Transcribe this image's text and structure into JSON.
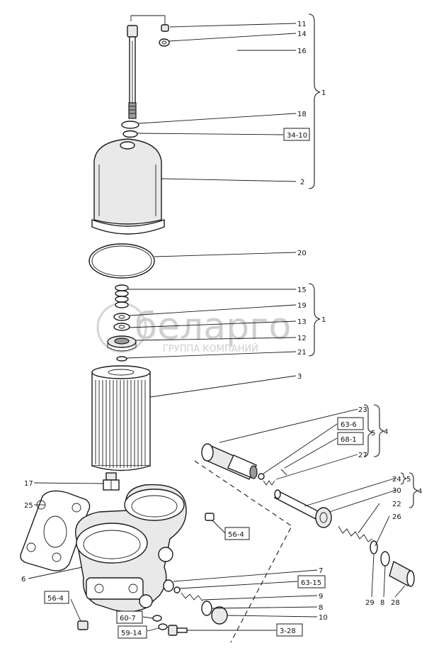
{
  "watermark": {
    "brand": "беларго",
    "tagline": "ГРУППА КОМПАНИЙ"
  },
  "callouts": {
    "c11": "11",
    "c14": "14",
    "c16": "16",
    "c18": "18",
    "c34_10": "34-10",
    "c2": "2",
    "c20": "20",
    "c15": "15",
    "c19": "19",
    "c13": "13",
    "c12": "12",
    "c21": "21",
    "c3": "3",
    "c23": "23",
    "c63_6": "63-6",
    "c68_1": "68-1",
    "c27": "27",
    "c24": "24",
    "c30": "30",
    "c22": "22",
    "c26": "26",
    "c29": "29",
    "c8b": "8",
    "c28": "28",
    "c17": "17",
    "c25": "25",
    "c56_4a": "56-4",
    "c6": "6",
    "c56_4b": "56-4",
    "c7": "7",
    "c63_15": "63-15",
    "c9": "9",
    "c8": "8",
    "c10": "10",
    "c60_7": "60-7",
    "c59_14": "59-14",
    "c3_28": "3-28"
  },
  "groups": {
    "g1_upper": "1",
    "g1_mid": "1",
    "g5_upper": "5",
    "g4_upper": "4",
    "g5_lower": "5",
    "g4_lower": "4"
  }
}
